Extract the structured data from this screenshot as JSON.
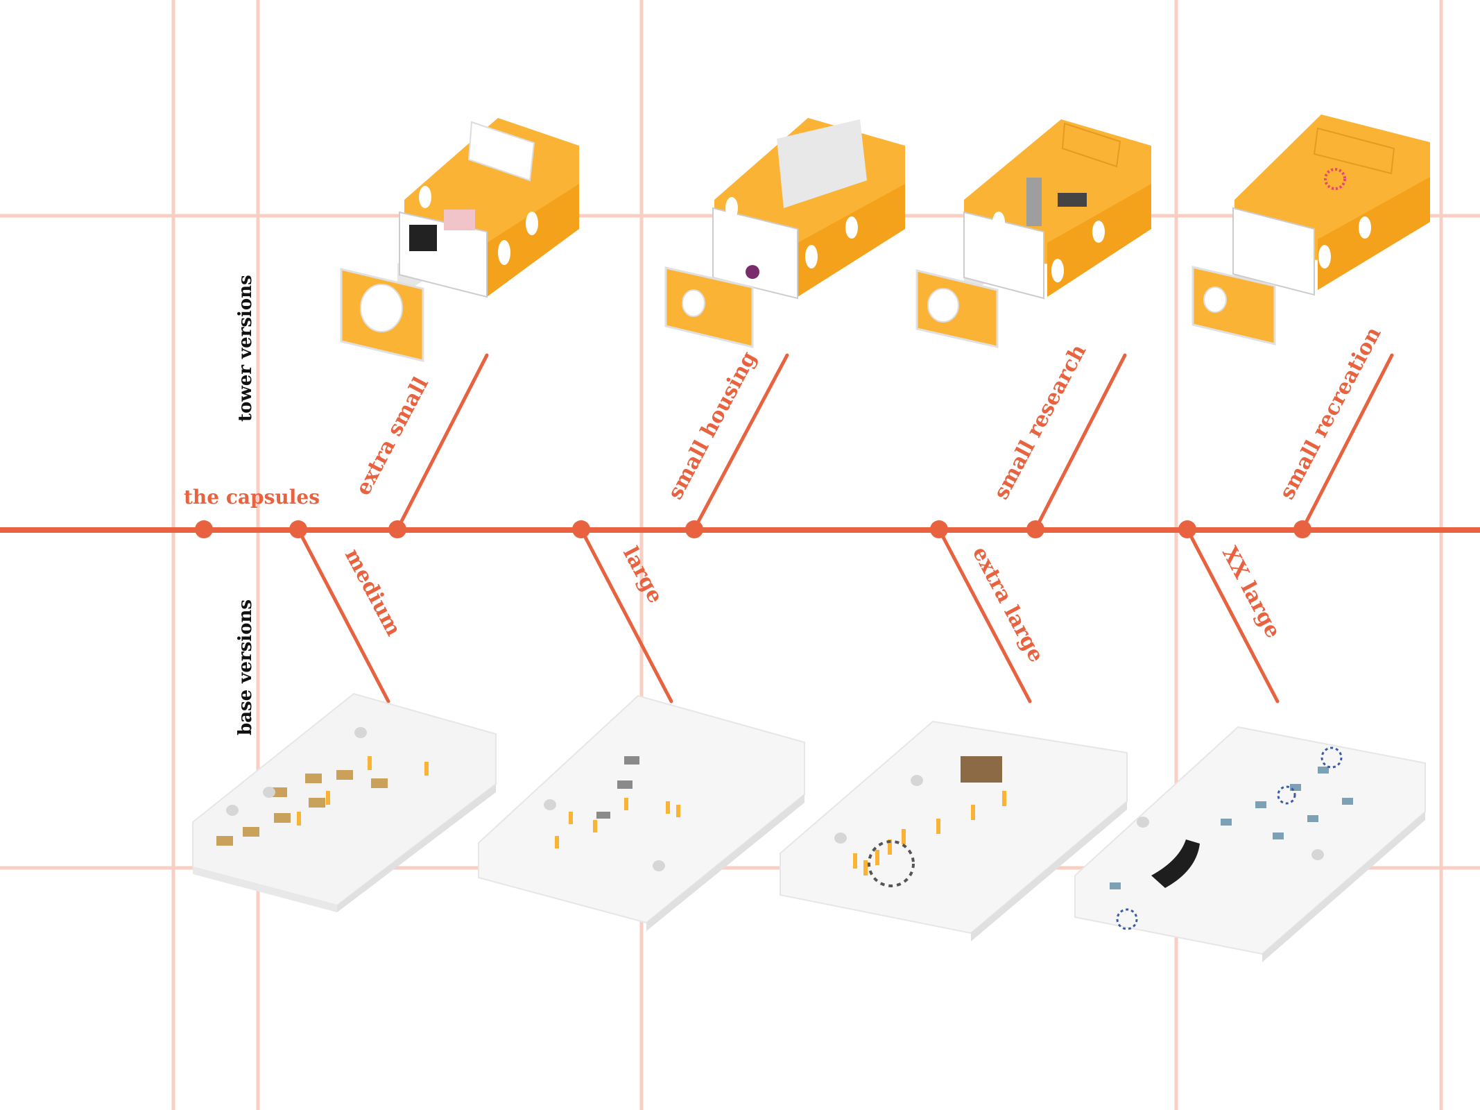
{
  "title": "the capsules",
  "sections": {
    "tower": "tower versions",
    "base": "base versions"
  },
  "tower_capsules": [
    {
      "label": "extra small"
    },
    {
      "label": "small housing"
    },
    {
      "label": "small research"
    },
    {
      "label": "small recreation"
    }
  ],
  "base_capsules": [
    {
      "label": "medium"
    },
    {
      "label": "large"
    },
    {
      "label": "extra large"
    },
    {
      "label": "XX large"
    }
  ],
  "colors": {
    "accent": "#E8623F",
    "grid": "#F8CFC2",
    "capsule": "#FBB335",
    "capsule_dark": "#F4A21C",
    "text_dark": "#111111"
  }
}
